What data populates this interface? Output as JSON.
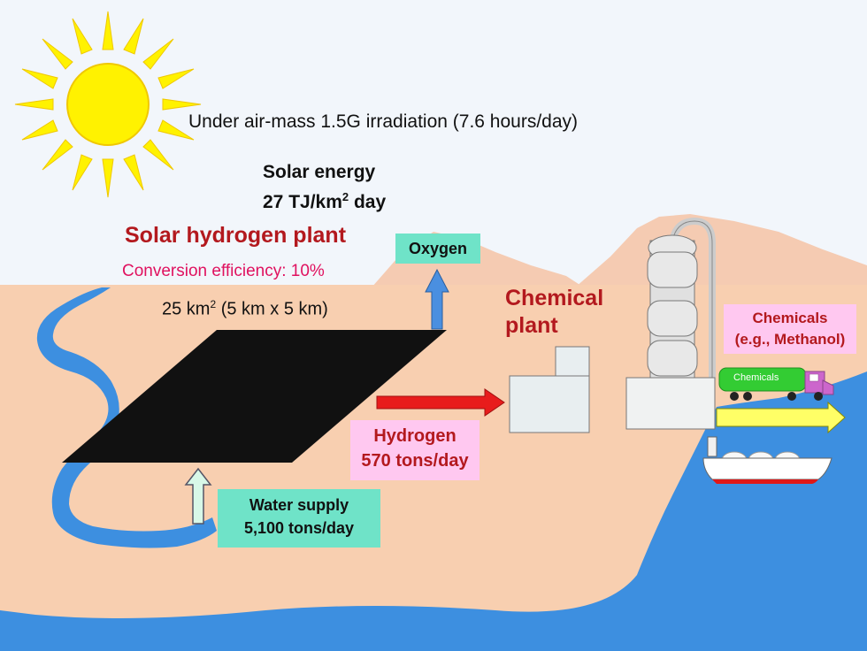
{
  "texts": {
    "irradiation": "Under air-mass 1.5G irradiation (7.6 hours/day)",
    "solar_energy_line1": "Solar energy",
    "solar_energy_line2_pre": "27 TJ/km",
    "solar_energy_line2_sup": "2",
    "solar_energy_line2_post": " day",
    "plant_title": "Solar hydrogen plant",
    "efficiency": "Conversion efficiency: 10%",
    "area_pre": "25 km",
    "area_sup": "2",
    "area_post": " (5 km x 5 km)",
    "chemical_plant_line1": "Chemical",
    "chemical_plant_line2": "plant",
    "oxygen": "Oxygen",
    "hydrogen_line1": "Hydrogen",
    "hydrogen_line2": "570 tons/day",
    "water_line1": "Water supply",
    "water_line2": "5,100 tons/day",
    "chemicals_line1": "Chemicals",
    "chemicals_line2": "(e.g., Methanol)",
    "truck_label": "Chemicals"
  },
  "colors": {
    "sky": "#f2f6fb",
    "land": "#f8cfb0",
    "mountain": "#f5cbb2",
    "sea": "#3d8fe0",
    "panel": "#111111",
    "sun": "#fff200",
    "title_red": "#b3191e",
    "efficiency_pink": "#e0115f",
    "oxygen_box": "#6fe3c8",
    "hydrogen_box": "#ffc8f0",
    "water_box": "#6fe3c8",
    "chemicals_box": "#ffc8f0",
    "oxygen_arrow": "#4a8fe0",
    "hydrogen_arrow": "#e81c1c",
    "water_arrow": "#d8f8e8",
    "product_arrow": "#ffff66",
    "truck_cargo": "#33cc33",
    "truck_cab": "#cc66cc"
  }
}
